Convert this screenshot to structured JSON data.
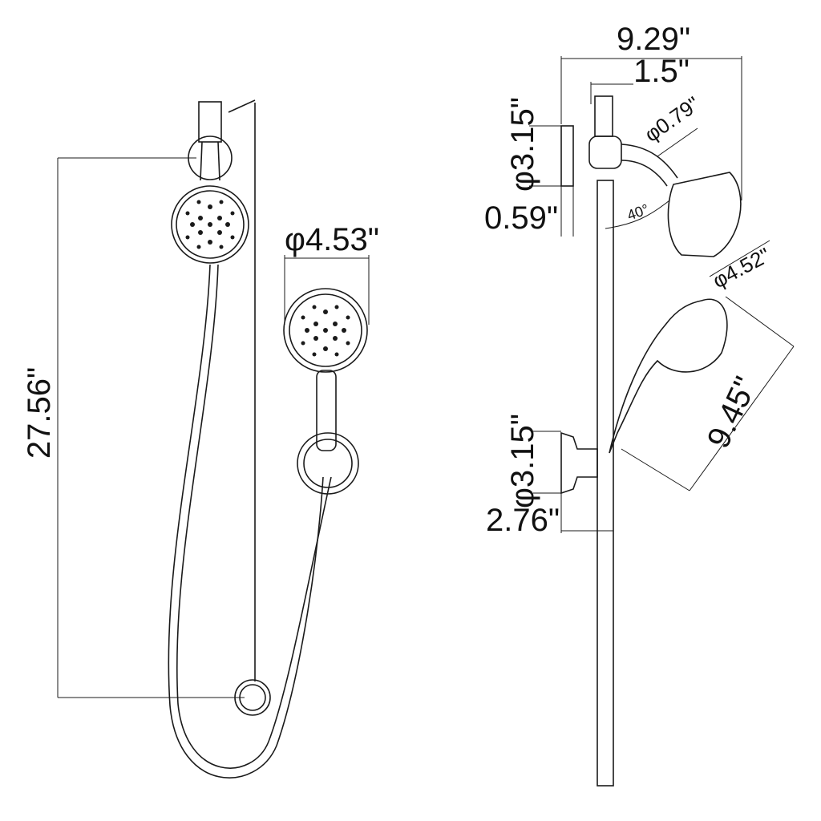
{
  "front_view": {
    "rail_height": "27.56\"",
    "handheld_diameter": "φ4.53\""
  },
  "side_view": {
    "total_depth": "9.29\"",
    "arm_offset": "1.5\"",
    "top_flange_diameter": "φ3.15\"",
    "connector_diameter": "φ0.79\"",
    "top_flange_thickness": "0.59\"",
    "arm_angle": "40°",
    "head_diameter": "φ4.52\"",
    "handheld_length": "9.45\"",
    "bottom_flange_diameter": "φ3.15\"",
    "bottom_projection": "2.76\""
  }
}
